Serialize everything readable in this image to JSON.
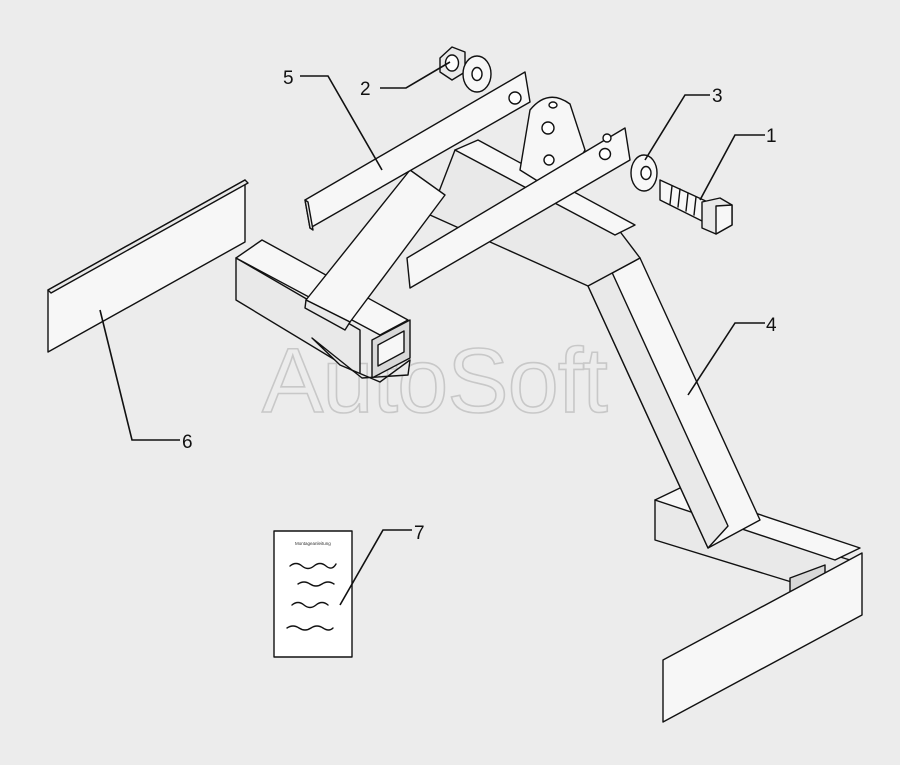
{
  "watermark": "AutoSoft",
  "document_heading": "Montageanleitung",
  "callouts": [
    "1",
    "2",
    "3",
    "4",
    "5",
    "6",
    "7"
  ],
  "colors": {
    "background": "#ececec",
    "line": "#111111",
    "watermark_stroke": "#c8c8c8"
  },
  "parts": [
    {
      "number": "1",
      "icon": "hex-bolt-icon"
    },
    {
      "number": "2",
      "icon": "hex-nut-icon"
    },
    {
      "number": "3",
      "icon": "washer-icon"
    },
    {
      "number": "4",
      "icon": "frame-bracket-icon"
    },
    {
      "number": "5",
      "icon": "flat-bar-icon"
    },
    {
      "number": "6",
      "icon": "plate-icon"
    },
    {
      "number": "7",
      "icon": "instruction-sheet-icon"
    }
  ]
}
